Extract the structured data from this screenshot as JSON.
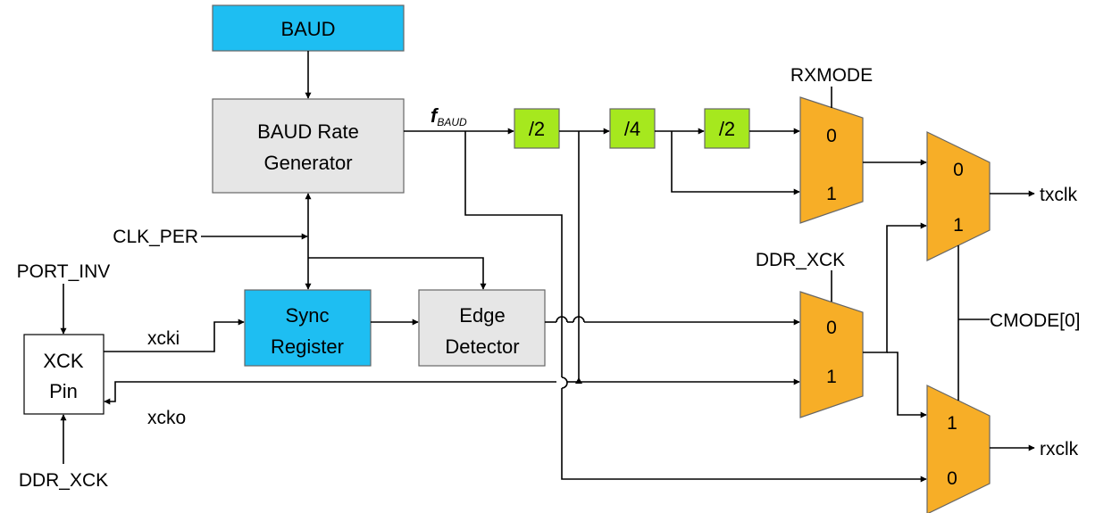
{
  "colors": {
    "blue": "#1EBEF2",
    "gray": "#E6E6E6",
    "green": "#A6E81E",
    "orange": "#F7AE27"
  },
  "blocks": {
    "baud": "BAUD",
    "brg_line1": "BAUD Rate",
    "brg_line2": "Generator",
    "sync_line1": "Sync",
    "sync_line2": "Register",
    "edge_line1": "Edge",
    "edge_line2": "Detector",
    "xck_line1": "XCK",
    "xck_line2": "Pin",
    "div_a": "/2",
    "div_b": "/4",
    "div_c": "/2"
  },
  "labels": {
    "fbaud_main": "f",
    "fbaud_sub": "BAUD",
    "clk_per": "CLK_PER",
    "port_inv": "PORT_INV",
    "xcki": "xcki",
    "xcko": "xcko",
    "ddr_xck_bottom": "DDR_XCK",
    "rxmode": "RXMODE",
    "ddr_xck_mux": "DDR_XCK",
    "cmode": "CMODE[0]",
    "txclk": "txclk",
    "rxclk": "rxclk"
  },
  "mux": {
    "rxmode_in0": "0",
    "rxmode_in1": "1",
    "ddr_in0": "0",
    "ddr_in1": "1",
    "tx_in0": "0",
    "tx_in1": "1",
    "rx_in1": "1",
    "rx_in0": "0"
  }
}
